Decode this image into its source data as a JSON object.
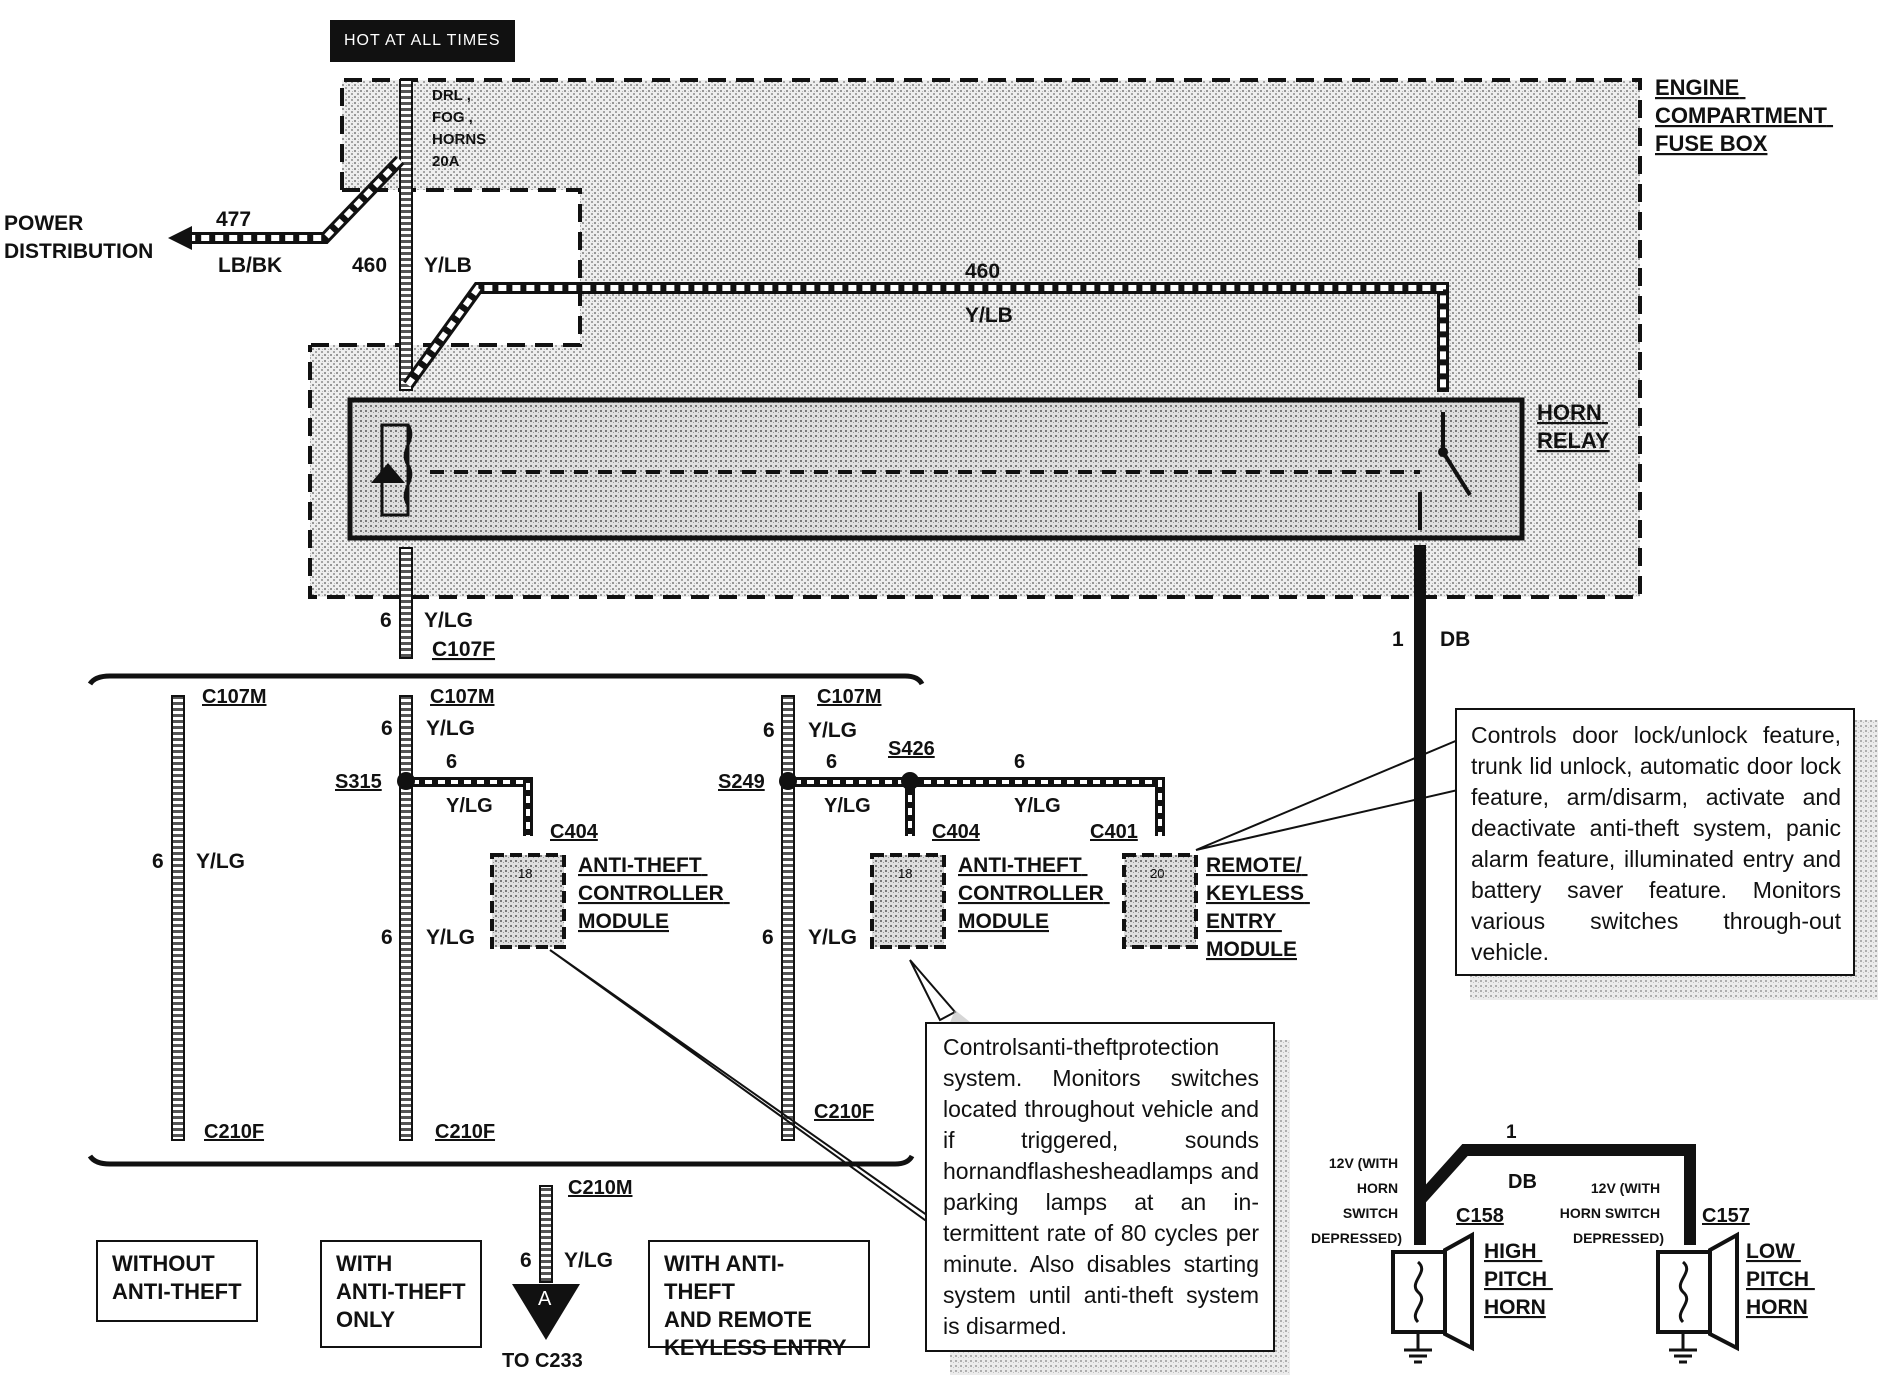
{
  "header": {
    "hot_at_all_times": "HOT AT ALL TIMES"
  },
  "fuse": {
    "lines": [
      "DRL ,",
      "FOG ,",
      "HORNS",
      "20A"
    ]
  },
  "fuse_box": {
    "lines": [
      "ENGINE",
      "COMPARTMENT",
      "FUSE BOX"
    ]
  },
  "power": {
    "lines": [
      "POWER",
      "DISTRIBUTION"
    ],
    "circuit": "477",
    "color": "LB/BK"
  },
  "feed": {
    "circuit": "460",
    "color": "Y/LB"
  },
  "relay_feed": {
    "circuit": "460",
    "color": "Y/LB"
  },
  "relay": {
    "lines": [
      "HORN",
      "RELAY"
    ]
  },
  "relay_out": {
    "circuit": "6",
    "color": "Y/LG",
    "connector": "C107F"
  },
  "horn_feed": {
    "circuit": "1",
    "color": "DB"
  },
  "col1": {
    "top": "C107M",
    "circuit": "6",
    "color": "Y/LG",
    "bottom": "C210F"
  },
  "col2": {
    "top": "C107M",
    "circuit_top": "6",
    "color_top": "Y/LG",
    "splice": "S315",
    "branch_circuit": "6",
    "branch_color": "Y/LG",
    "circuit_bottom": "6",
    "color_bottom": "Y/LG",
    "bottom": "C210F",
    "connector": "C404",
    "pin": "18",
    "module_lines": [
      "ANTI-THEFT",
      "CONTROLLER",
      "MODULE"
    ]
  },
  "col3": {
    "top": "C107M",
    "circuit_top": "6",
    "color_top": "Y/LG",
    "splice": "S249",
    "branch_circuit": "6",
    "branch_color": "Y/LG",
    "splice2": "S426",
    "branch2_circuit": "6",
    "branch2_color": "Y/LG",
    "circuit_bottom": "6",
    "color_bottom": "Y/LG",
    "bottom": "C210F",
    "connector": "C404",
    "pin": "18",
    "module_lines": [
      "ANTI-THEFT",
      "CONTROLLER",
      "MODULE"
    ],
    "connector2": "C401",
    "pin2": "20",
    "module2_lines": [
      "REMOTE/",
      "KEYLESS",
      "ENTRY",
      "MODULE"
    ]
  },
  "bottom": {
    "connector": "C210M",
    "circuit": "6",
    "color": "Y/LG",
    "ref": "A",
    "to": "TO C233"
  },
  "notes": {
    "rke": "Controls door lock/unlock feature, trunk lid unlock, automatic door lock feature, arm/disarm, activate and deactivate anti-theft system, panic alarm feature, illuminated entry and battery saver feature. Monitors various switches through-out vehicle.",
    "atc": "Controlsanti-theftprotection system. Monitors switches located throughout vehicle and if triggered, sounds hornandflashesheadlamps and parking lamps at an in-termittent rate of 80 cycles per minute. Also disables starting system until anti-theft system is disarmed."
  },
  "legend": {
    "without": [
      "WITHOUT",
      "ANTI-THEFT"
    ],
    "with": [
      "WITH",
      "ANTI-THEFT",
      "ONLY"
    ],
    "with_rke": [
      "WITH ANTI-THEFT",
      "AND REMOTE",
      "KEYLESS ENTRY"
    ]
  },
  "horns": {
    "junction_circuit": "1",
    "junction_color": "DB",
    "high": {
      "connector": "C158",
      "cond": [
        "12V (WITH",
        "HORN",
        "SWITCH",
        "DEPRESSED)"
      ],
      "lines": [
        "HIGH",
        "PITCH",
        "HORN"
      ]
    },
    "low": {
      "connector": "C157",
      "cond": [
        "12V (WITH",
        "HORN SWITCH",
        "DEPRESSED)"
      ],
      "lines": [
        "LOW",
        "PITCH",
        "HORN"
      ]
    }
  }
}
